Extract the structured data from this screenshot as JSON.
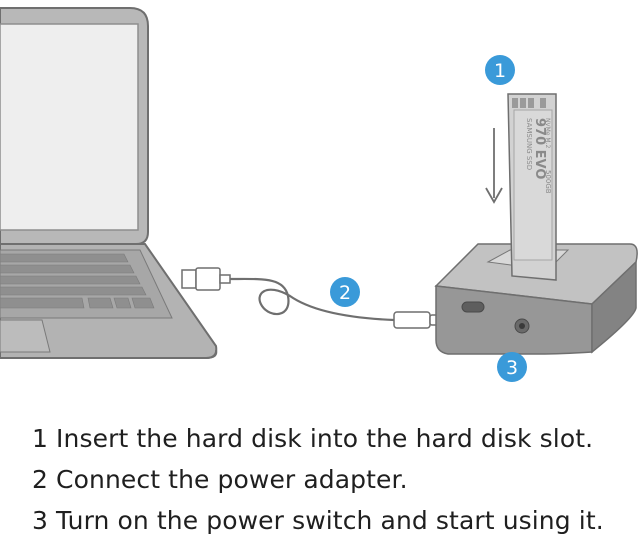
{
  "steps": [
    {
      "number": "1",
      "text": "1 Insert the hard disk into the hard disk slot."
    },
    {
      "number": "2",
      "text": "2 Connect the power adapter."
    },
    {
      "number": "3",
      "text": "3 Turn on the power switch and start using it."
    }
  ],
  "ssd": {
    "brand_line": "SAMSUNG SSD",
    "model": "970 EVO",
    "detail_line": "NVMe M.2",
    "capacity": "500GB"
  },
  "colors": {
    "badge": "#3a9ad9",
    "line": "#6f6f6f",
    "laptop_fill": "#b7b7b7",
    "screen": "#eeeeee",
    "dock_body": "#9a9a9a",
    "ssd_fill": "#d0d0d0"
  },
  "icons": [
    "laptop-icon",
    "usb-connector-icon",
    "usb-c-connector-icon",
    "ssd-icon",
    "docking-station-icon",
    "insert-arrow-icon"
  ]
}
